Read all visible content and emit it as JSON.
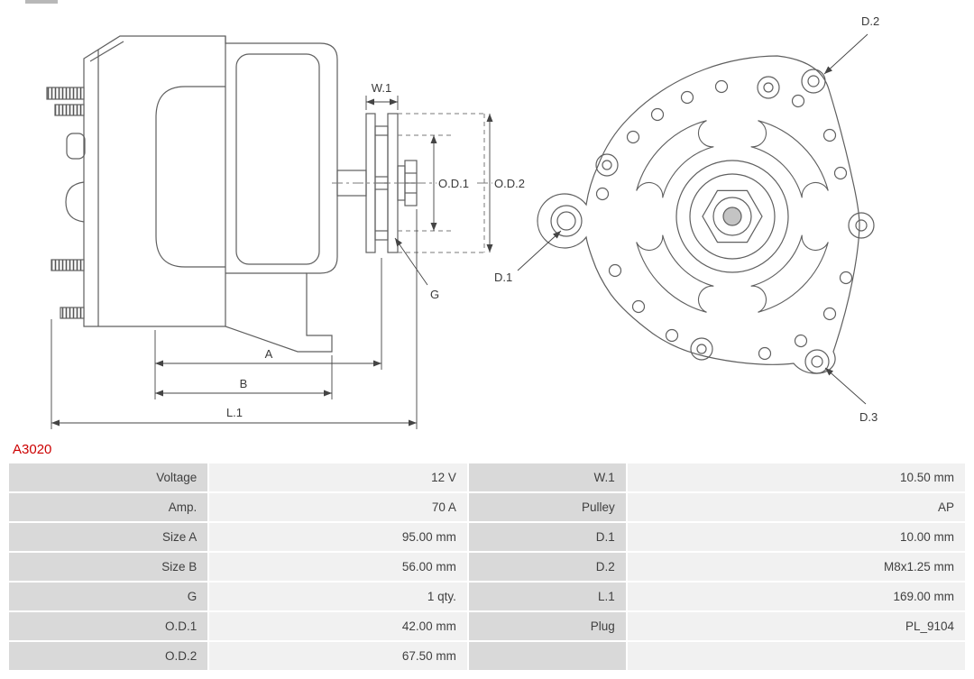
{
  "page": {
    "part_number": "A3020"
  },
  "colors": {
    "part_number": "#cc0000",
    "table_label_bg": "#d9d9d9",
    "table_value_bg": "#f1f1f1",
    "line_color": "#5f5f5f"
  },
  "diagram": {
    "labels": {
      "w1": "W.1",
      "od1": "O.D.1",
      "od2": "O.D.2",
      "d1": "D.1",
      "d2": "D.2",
      "d3": "D.3",
      "g": "G",
      "a": "A",
      "b": "B",
      "l1": "L.1"
    }
  },
  "table": {
    "rows": [
      {
        "label_left": "Voltage",
        "value_left": "12 V",
        "label_right": "W.1",
        "value_right": "10.50 mm"
      },
      {
        "label_left": "Amp.",
        "value_left": "70 A",
        "label_right": "Pulley",
        "value_right": "AP"
      },
      {
        "label_left": "Size A",
        "value_left": "95.00 mm",
        "label_right": "D.1",
        "value_right": "10.00 mm"
      },
      {
        "label_left": "Size B",
        "value_left": "56.00 mm",
        "label_right": "D.2",
        "value_right": "M8x1.25 mm"
      },
      {
        "label_left": "G",
        "value_left": "1 qty.",
        "label_right": "L.1",
        "value_right": "169.00 mm"
      },
      {
        "label_left": "O.D.1",
        "value_left": "42.00 mm",
        "label_right": "Plug",
        "value_right": "PL_9104"
      },
      {
        "label_left": "O.D.2",
        "value_left": "67.50 mm",
        "label_right": "",
        "value_right": ""
      }
    ]
  }
}
